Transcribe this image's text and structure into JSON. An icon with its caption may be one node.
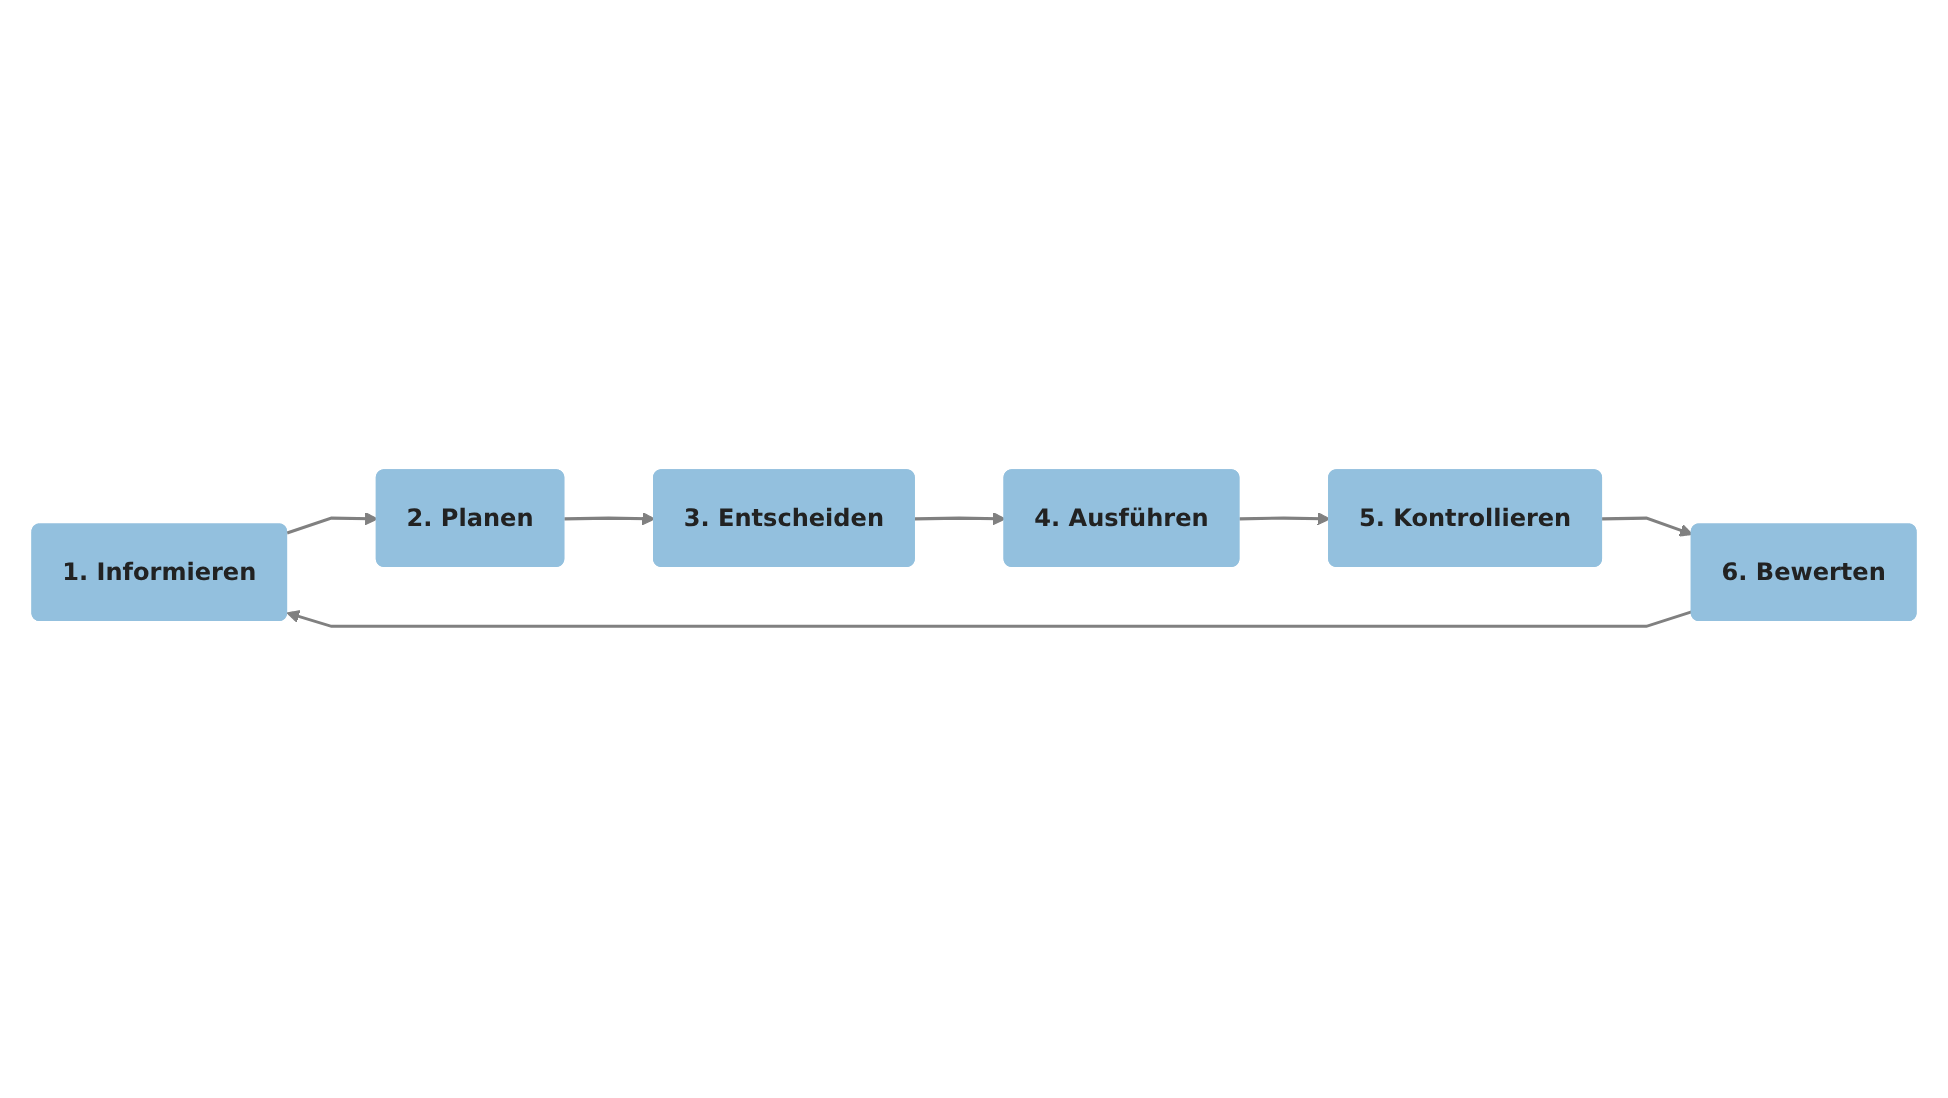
{
  "diagram": {
    "nodes": [
      {
        "text": [
          "1. Informieren"
        ]
      },
      {
        "text": [
          "2. Planen"
        ]
      },
      {
        "text": [
          "3. Entscheiden"
        ]
      },
      {
        "text": [
          "4. Ausführen"
        ]
      },
      {
        "text": [
          "5. Kontrollieren"
        ]
      },
      {
        "text": [
          "6. Bewerten"
        ]
      }
    ],
    "edges": [
      {
        "from": 0,
        "to": 1,
        "arrow": "to"
      },
      {
        "from": 1,
        "to": 2,
        "arrow": "to"
      },
      {
        "from": 2,
        "to": 3,
        "arrow": "to"
      },
      {
        "from": 3,
        "to": 4,
        "arrow": "to"
      },
      {
        "from": 4,
        "to": 5,
        "arrow": "to"
      },
      {
        "from": 5,
        "to": 0,
        "arrow": "to"
      }
    ]
  }
}
